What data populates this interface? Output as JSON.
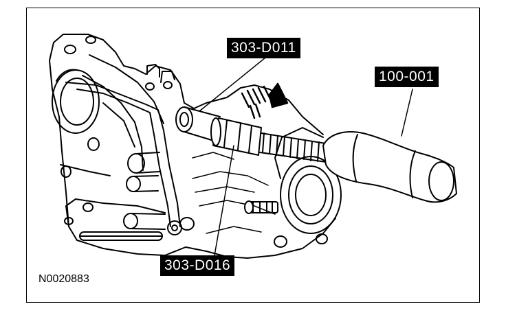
{
  "callouts": {
    "tool_d011": "303-D011",
    "tool_001": "100-001",
    "tool_d016": "303-D016"
  },
  "figure_id": "N0020883",
  "colors": {
    "ink": "#000000",
    "paper": "#ffffff"
  },
  "icons": {
    "direction_arrow": "hatched-right-arrow-icon"
  }
}
